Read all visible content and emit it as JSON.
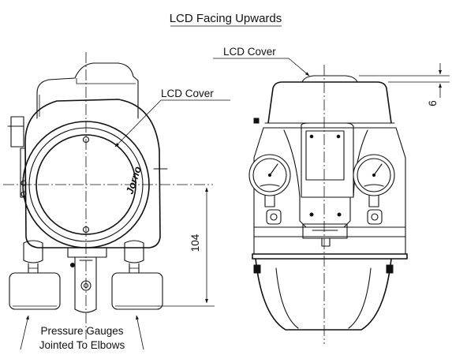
{
  "title": "LCD Facing Upwards",
  "labels": {
    "lcd_cover_front": "LCD Cover",
    "lcd_cover_side": "LCD Cover",
    "gauges_line1": "Pressure Gauges",
    "gauges_line2": "Jointed To Elbows",
    "brand_mark": "Jorno"
  },
  "dimensions": {
    "height": "104",
    "cover_protrusion": "6"
  }
}
